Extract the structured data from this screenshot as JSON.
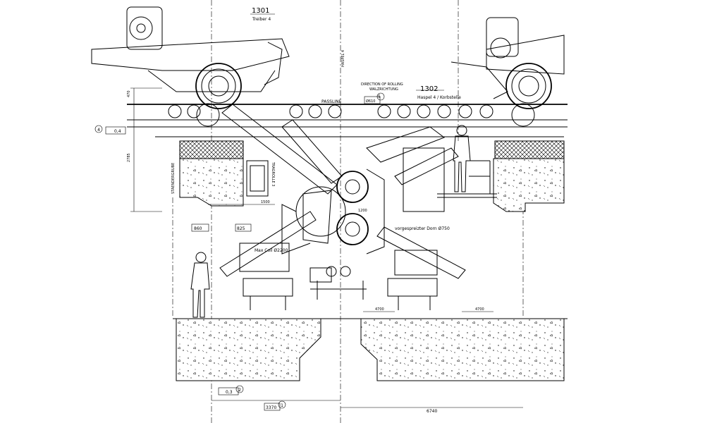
{
  "labels": {
    "ref_1301": "1301",
    "treiber": "Treiber 4",
    "ref_1302": "1302",
    "haspel": "Haspel 4 / Korbstelle",
    "direction_en": "DIRECTION OF ROLLING",
    "direction_de": "WALZRICHTUNG",
    "passline": "PASSLINE",
    "ref_5": "5",
    "box_top": "Ø610",
    "haspel_vert": "HASPEL 4",
    "staendergrube": "STAENDERGRUBE",
    "tragrolle": "TRAGROLLE 3",
    "max_coil": "Max Coil Ø2200",
    "pressed_dorn": "vorgespreizter Dorn Ø750",
    "dim_470": "470",
    "dim_2785": "2785",
    "dim_1500": "1500",
    "dim_1200": "1200",
    "dim_4700a": "4700",
    "dim_4700b": "4700",
    "dim_6740": "6740",
    "ref_4": "4",
    "ref_2": "2",
    "ref_1": "1",
    "box_left": "0,4",
    "box_860": "860",
    "box_825": "825",
    "box_bottom1": "0,3",
    "box_bottom2": "3370"
  }
}
